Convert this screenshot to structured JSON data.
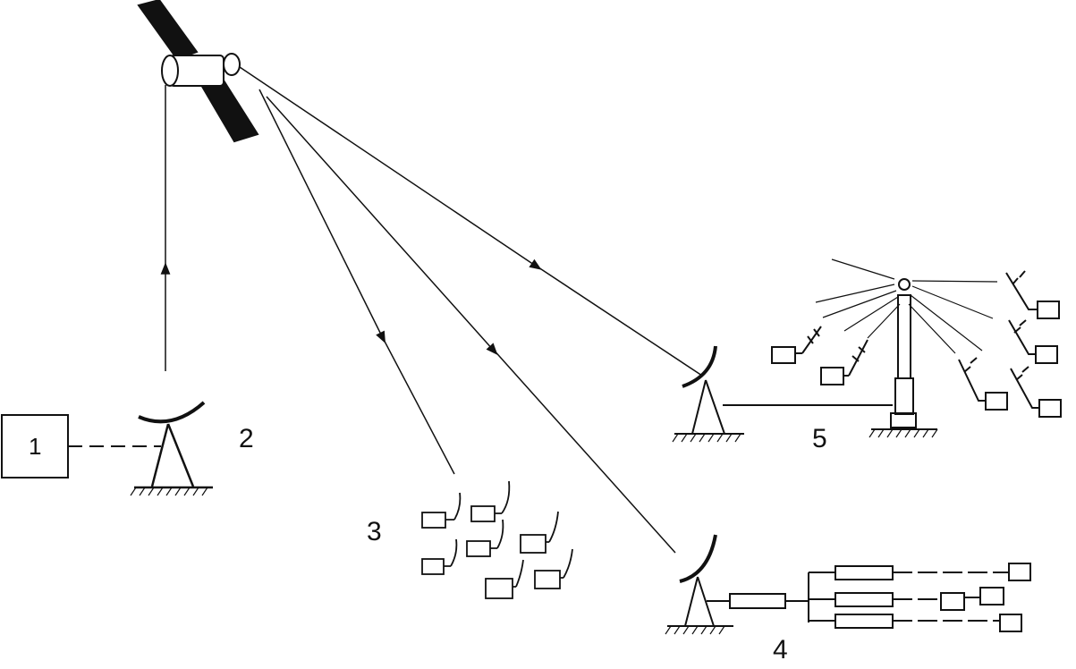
{
  "labels": {
    "uplink_station": "1",
    "transmit_antenna": "2",
    "individual_reception": "3",
    "cable_distribution": "4",
    "rebroadcast_station": "5"
  },
  "colors": {
    "ink": "#111111",
    "background": "#ffffff"
  },
  "icons": [
    "satellite-icon",
    "dish-antenna-icon",
    "tv-receiver-icon",
    "broadcast-tower-icon",
    "yagi-antenna-icon"
  ]
}
